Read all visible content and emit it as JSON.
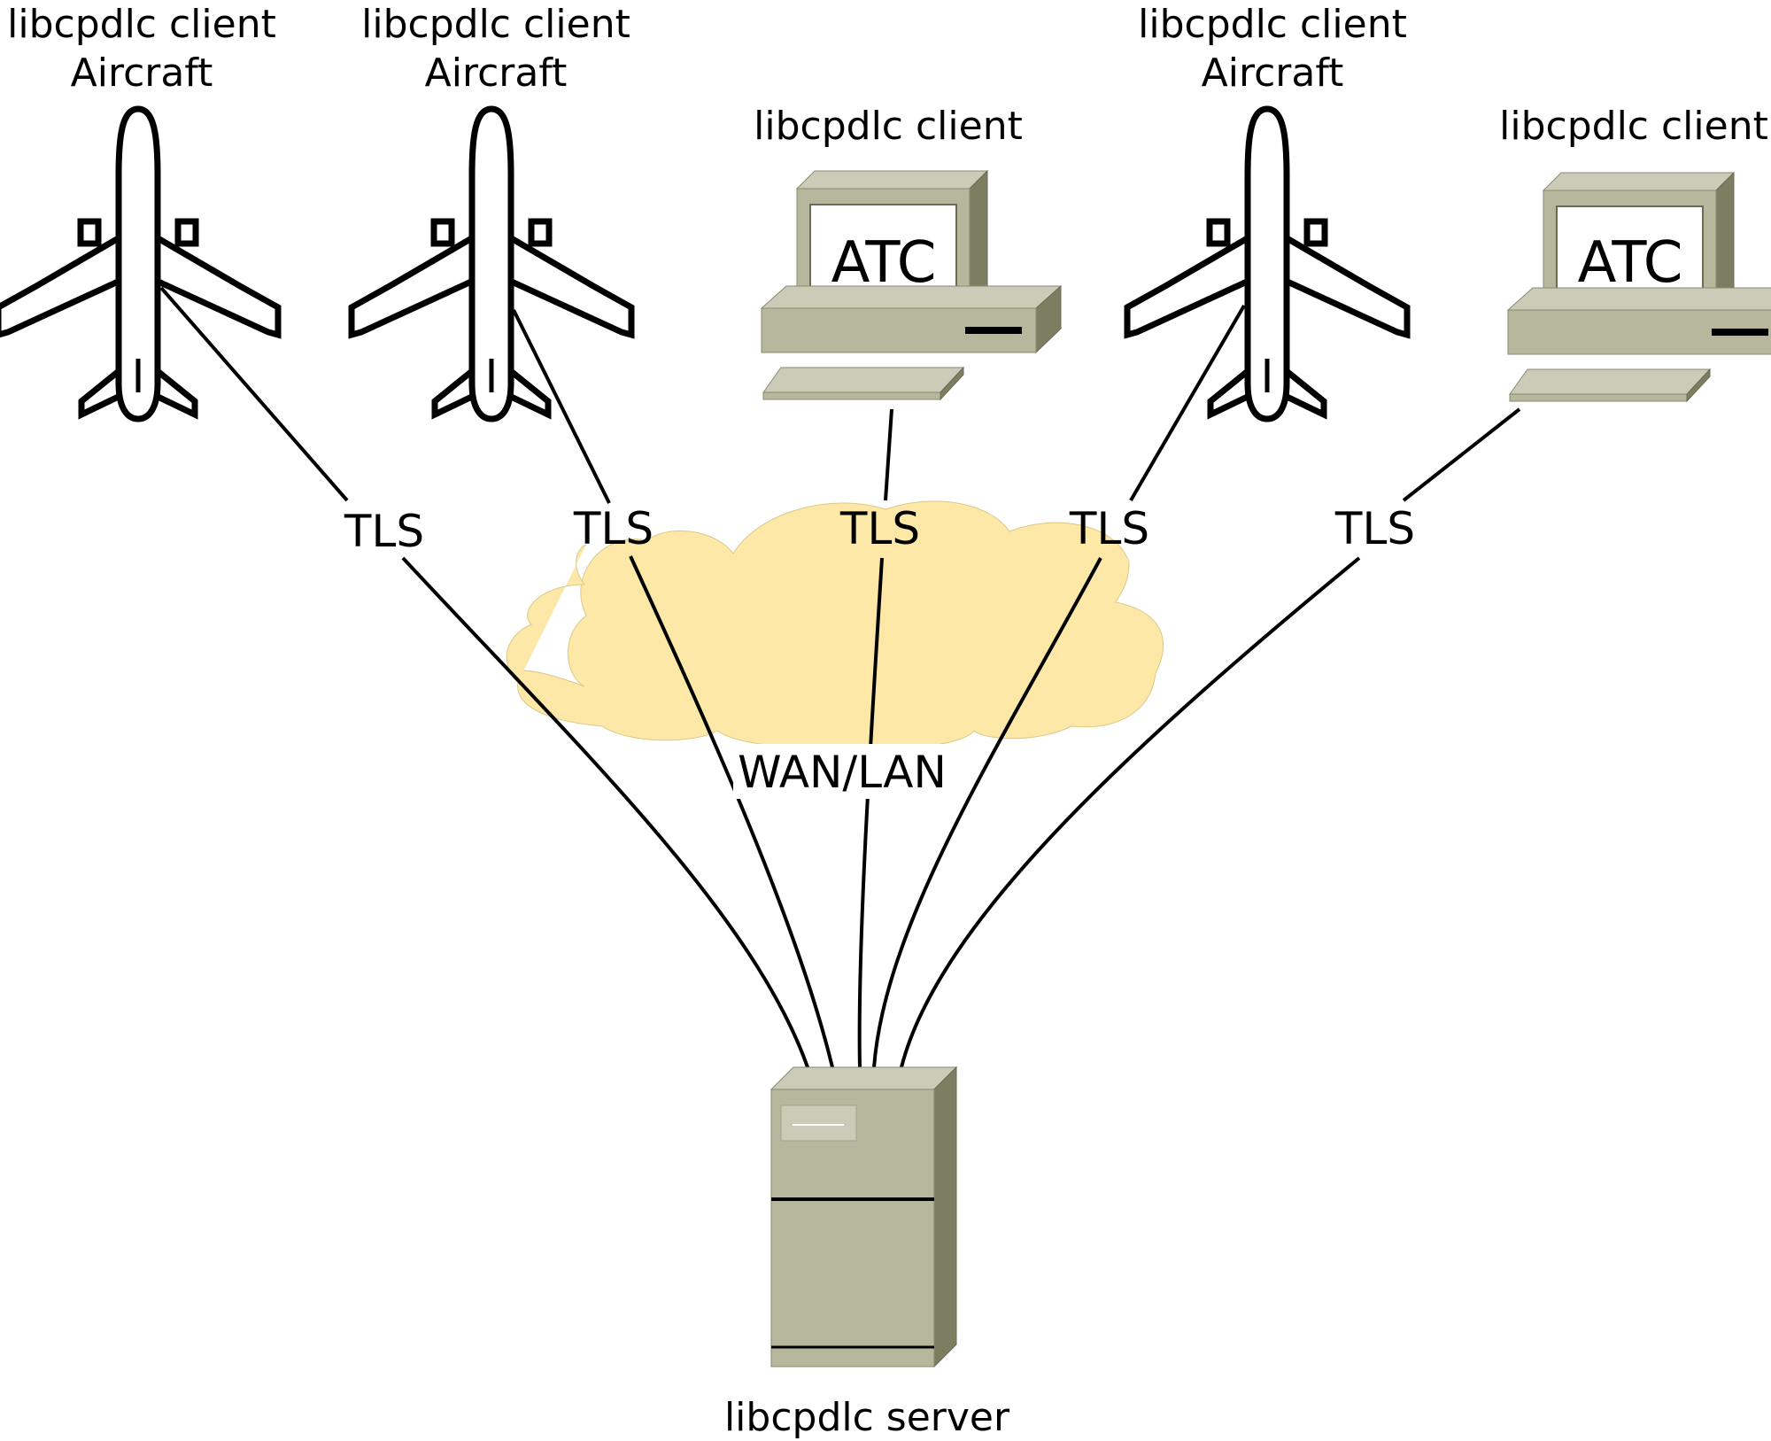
{
  "nodes": {
    "aircraft_1": {
      "line1": "libcpdlc client",
      "line2": "Aircraft"
    },
    "aircraft_2": {
      "line1": "libcpdlc client",
      "line2": "Aircraft"
    },
    "atc_1": {
      "line1": "libcpdlc client",
      "screen": "ATC"
    },
    "aircraft_3": {
      "line1": "libcpdlc client",
      "line2": "Aircraft"
    },
    "atc_2": {
      "line1": "libcpdlc client",
      "screen": "ATC"
    },
    "server": {
      "label": "libcpdlc server"
    }
  },
  "network": {
    "label": "WAN/LAN"
  },
  "links": [
    {
      "label": "TLS"
    },
    {
      "label": "TLS"
    },
    {
      "label": "TLS"
    },
    {
      "label": "TLS"
    },
    {
      "label": "TLS"
    }
  ],
  "colors": {
    "cloud": "#fde8a8",
    "device_face": "#b7b79d",
    "device_top": "#cbcbb7",
    "device_side": "#7d7d62",
    "screen": "#ffffff",
    "line": "#000000"
  }
}
